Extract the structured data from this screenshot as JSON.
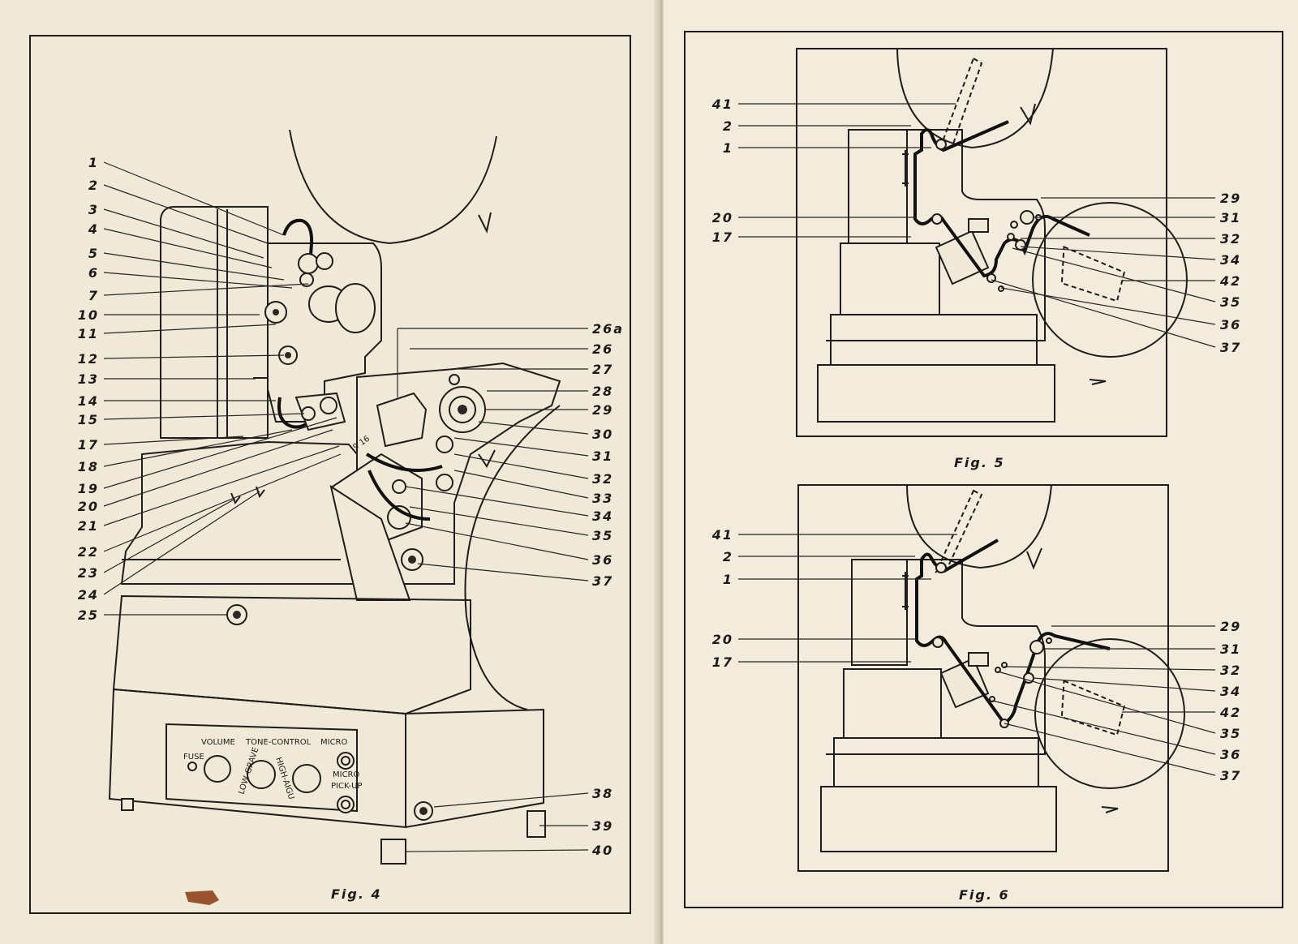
{
  "figures": {
    "fig4": {
      "caption": "Fig. 4",
      "left_labels": [
        "1",
        "2",
        "3",
        "4",
        "5",
        "6",
        "7",
        "10",
        "11",
        "12",
        "13",
        "14",
        "15",
        "17",
        "18",
        "19",
        "20",
        "21",
        "22",
        "23",
        "24",
        "25"
      ],
      "right_labels": [
        "26a",
        "26",
        "27",
        "28",
        "29",
        "30",
        "31",
        "32",
        "33",
        "34",
        "35",
        "36",
        "37",
        "38",
        "39",
        "40"
      ],
      "control_panel": {
        "volume": "VOLUME",
        "tone_control": "TONE-CONTROL",
        "micro": "MICRO",
        "fuse": "FUSE",
        "low_grave": "LOW-GRAVE",
        "high_aigu": "HIGH-AIGU",
        "micro_pickup_1": "MICRO",
        "micro_pickup_2": "PICK-UP"
      },
      "sprocket_marking": "9 16"
    },
    "fig5": {
      "caption": "Fig. 5",
      "left_labels": [
        "41",
        "2",
        "1",
        "20",
        "17"
      ],
      "right_labels": [
        "29",
        "31",
        "32",
        "34",
        "42",
        "35",
        "36",
        "37"
      ]
    },
    "fig6": {
      "caption": "Fig. 6",
      "left_labels": [
        "41",
        "2",
        "1",
        "20",
        "17"
      ],
      "right_labels": [
        "29",
        "31",
        "32",
        "34",
        "42",
        "35",
        "36",
        "37"
      ]
    }
  }
}
